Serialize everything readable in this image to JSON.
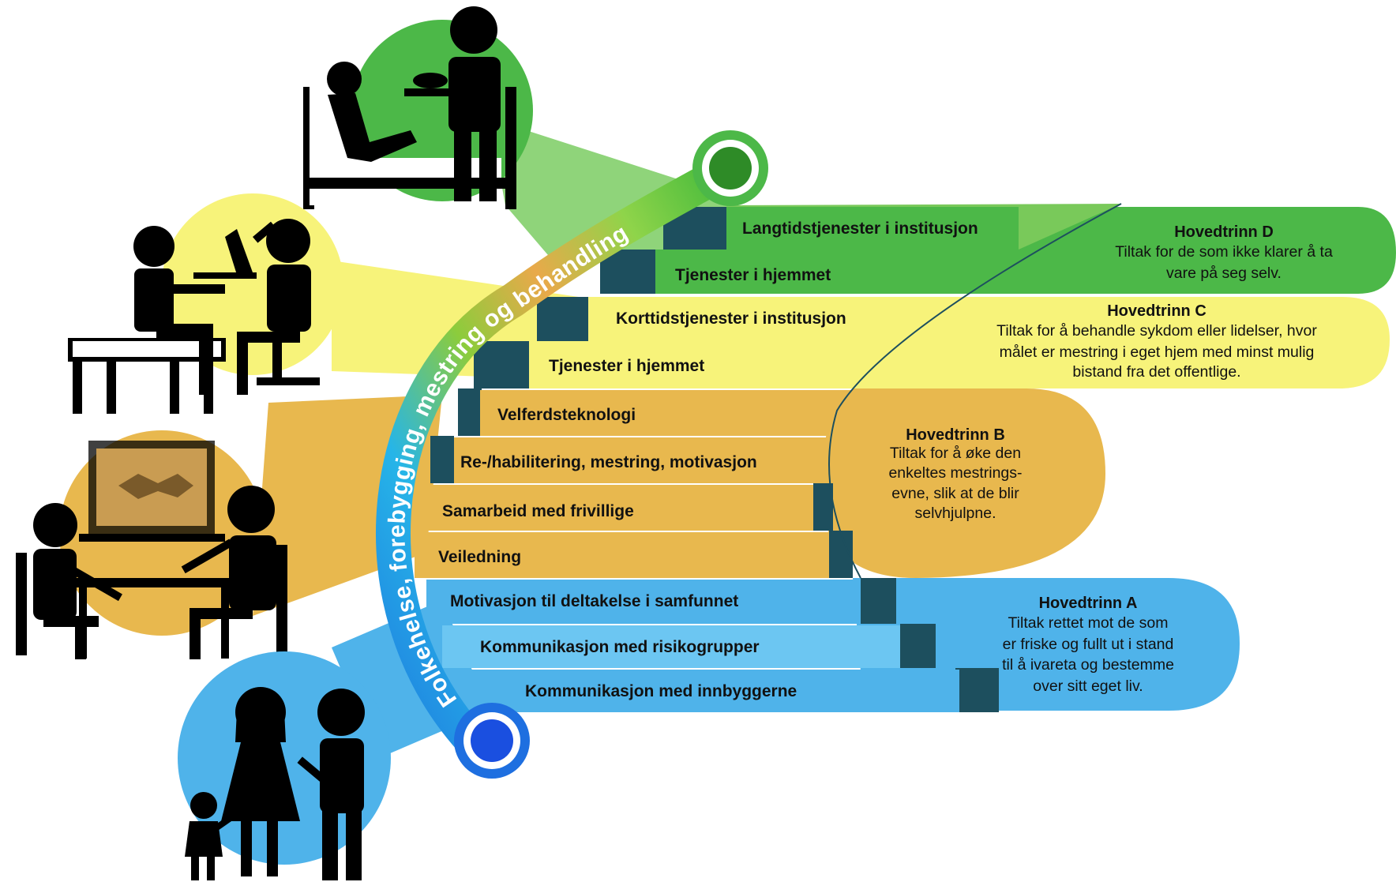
{
  "arc_label": "Folkehelse, forebygging, mestring og behandling",
  "colors": {
    "green_dark": "#4cb848",
    "green_light": "#8fd47a",
    "yellow": "#f7f37a",
    "orange": "#e8b84e",
    "blue": "#4fb3ea",
    "blue_light": "#6cc6f2",
    "step_shadow": "#1d4f5e"
  },
  "steps": [
    {
      "label": "Langtidstjenester i institusjon",
      "tier": "D"
    },
    {
      "label": "Tjenester i hjemmet",
      "tier": "D"
    },
    {
      "label": "Korttidstjenester i institusjon",
      "tier": "C"
    },
    {
      "label": "Tjenester i hjemmet",
      "tier": "C"
    },
    {
      "label": "Velferdsteknologi",
      "tier": "B"
    },
    {
      "label": "Re-/habilitering, mestring, motivasjon",
      "tier": "B"
    },
    {
      "label": "Samarbeid med frivillige",
      "tier": "B"
    },
    {
      "label": "Veiledning",
      "tier": "B"
    },
    {
      "label": "Motivasjon til deltakelse i samfunnet",
      "tier": "A"
    },
    {
      "label": "Kommunikasjon med risikogrupper",
      "tier": "A"
    },
    {
      "label": "Kommunikasjon med innbyggerne",
      "tier": "A"
    }
  ],
  "tiers": {
    "D": {
      "title": "Hovedtrinn D",
      "lines": [
        "Tiltak for de som ikke klarer å ta",
        "vare på seg selv."
      ]
    },
    "C": {
      "title": "Hovedtrinn C",
      "lines": [
        "Tiltak for å behandle sykdom eller lidelser, hvor",
        "målet er mestring i eget hjem med minst mulig",
        "bistand fra det offentlige."
      ]
    },
    "B": {
      "title": "Hovedtrinn B",
      "lines": [
        "Tiltak for å øke den",
        "enkeltes mestrings-",
        "evne, slik at de blir",
        "selvhjulpne."
      ]
    },
    "A": {
      "title": "Hovedtrinn A",
      "lines": [
        "Tiltak rettet mot de som",
        "er friske og fullt ut i stand",
        "til å ivareta og bestemme",
        "over sitt eget liv."
      ]
    }
  },
  "icons": [
    "care-in-bed-icon",
    "home-visit-icon",
    "meeting-handshake-icon",
    "family-icon"
  ]
}
